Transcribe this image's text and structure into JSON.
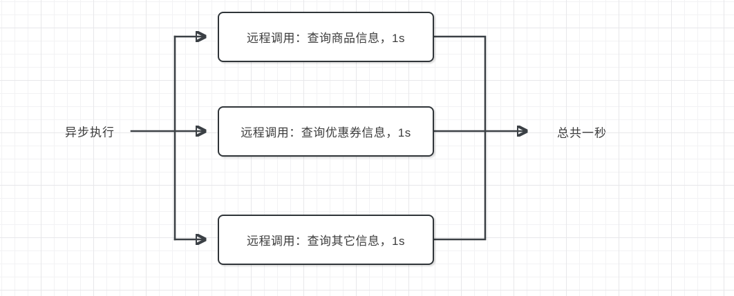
{
  "diagram": {
    "start_label": "异步执行",
    "end_label": "总共一秒",
    "boxes": [
      {
        "label": "远程调用：查询商品信息，1s"
      },
      {
        "label": "远程调用：查询优惠券信息，1s"
      },
      {
        "label": "远程调用：查询其它信息，1s"
      }
    ],
    "colors": {
      "line": "#3b4045",
      "box_border": "#2f3438",
      "box_fill": "#ffffff",
      "text": "#3c3c3c",
      "grid_minor": "#f2f2f4",
      "grid_major": "#e7e7ea",
      "background": "#ffffff"
    }
  }
}
